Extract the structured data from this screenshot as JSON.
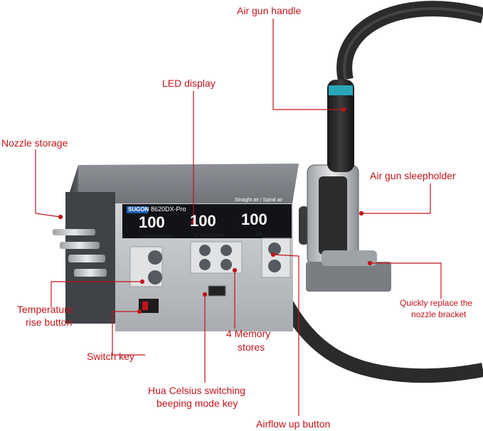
{
  "callouts": {
    "air_gun_handle": "Air gun handle",
    "led_display": "LED display",
    "nozzle_storage": "Nozzle storage",
    "air_gun_sleepholder": "Air gun sleepholder",
    "nozzle_bracket_line1": "Quickly replace the",
    "nozzle_bracket_line2": "nozzle bracket",
    "temp_rise_line1": "Temperature",
    "temp_rise_line2": "rise button",
    "memory_line1": "4 Memory",
    "memory_line2": "stores",
    "switch_key": "Switch key",
    "hua_line1": "Hua Celsius switching",
    "hua_line2": "beeping mode key",
    "airflow_up": "Airflow up button"
  },
  "device": {
    "brand": "SUGON",
    "model": "8620DX-Pro",
    "panel_caption": "Straight air / Spiral air",
    "display_values": [
      "100",
      "100",
      "100"
    ],
    "display_labels": [
      "SETTING/TEMP",
      "ACTUAL/TEMP",
      "AIR"
    ],
    "colors": {
      "accent": "#c0141b",
      "display_digits": "#ffffff",
      "brand_badge": "#1e5fb3",
      "gun_ring": "#2aa6b9"
    }
  }
}
